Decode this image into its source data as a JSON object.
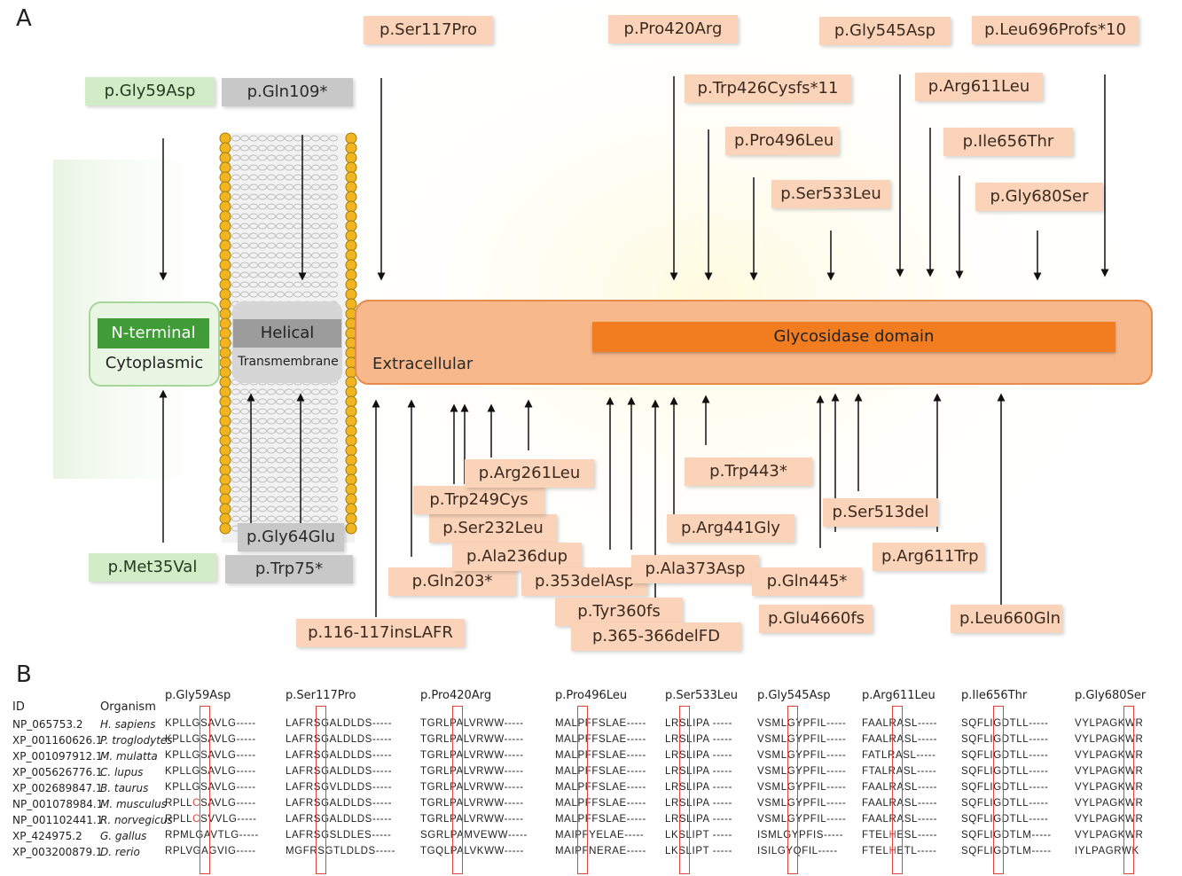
{
  "panels": {
    "a": "A",
    "b": "B"
  },
  "domains": {
    "n_terminal": "N-terminal",
    "cytoplasmic": "Cytoplasmic",
    "helical": "Helical",
    "transmembrane": "Transmembrane",
    "extracellular": "Extracellular",
    "glycosidase": "Glycosidase domain"
  },
  "mutations_top": [
    {
      "label": "p.Gly59Asp",
      "color": "green"
    },
    {
      "label": "p.Gln109*",
      "color": "grey"
    },
    {
      "label": "p.Ser117Pro",
      "color": "pink"
    },
    {
      "label": "p.Pro420Arg",
      "color": "pink"
    },
    {
      "label": "p.Trp426Cysfs*11",
      "color": "pink"
    },
    {
      "label": "p.Pro496Leu",
      "color": "pink"
    },
    {
      "label": "p.Ser533Leu",
      "color": "pink"
    },
    {
      "label": "p.Gly545Asp",
      "color": "pink"
    },
    {
      "label": "p.Arg611Leu",
      "color": "pink"
    },
    {
      "label": "p.Ile656Thr",
      "color": "pink"
    },
    {
      "label": "p.Gly680Ser",
      "color": "pink"
    },
    {
      "label": "p.Leu696Profs*10",
      "color": "pink"
    }
  ],
  "mutations_bottom": [
    {
      "label": "p.Met35Val",
      "color": "green"
    },
    {
      "label": "p.Gly64Glu",
      "color": "grey"
    },
    {
      "label": "p.Trp75*",
      "color": "grey"
    },
    {
      "label": "p.116-117insLAFR",
      "color": "pink"
    },
    {
      "label": "p.Gln203*",
      "color": "pink"
    },
    {
      "label": "p.Ser232Leu",
      "color": "pink"
    },
    {
      "label": "p.Ala236dup",
      "color": "pink"
    },
    {
      "label": "p.Trp249Cys",
      "color": "pink"
    },
    {
      "label": "p.Arg261Leu",
      "color": "pink"
    },
    {
      "label": "p.353delAsp",
      "color": "pink"
    },
    {
      "label": "p.Tyr360fs",
      "color": "pink"
    },
    {
      "label": "p.365-366delFD",
      "color": "pink"
    },
    {
      "label": "p.Ala373Asp",
      "color": "pink"
    },
    {
      "label": "p.Arg441Gly",
      "color": "pink"
    },
    {
      "label": "p.Trp443*",
      "color": "pink"
    },
    {
      "label": "p.Gln445*",
      "color": "pink"
    },
    {
      "label": "p.Glu4660fs",
      "color": "pink"
    },
    {
      "label": "p.Ser513del",
      "color": "pink"
    },
    {
      "label": "p.Arg611Trp",
      "color": "pink"
    },
    {
      "label": "p.Leu660Gln",
      "color": "pink"
    }
  ],
  "colors": {
    "pink": "#fbd3b8",
    "green": "#d2ecc8",
    "grey": "#c8c8c8",
    "extracellular": "#f7b98b",
    "glycosidase": "#f27d21",
    "nterm": "#3f9c37",
    "highlight": "#e0443a"
  },
  "alignment": {
    "col_id": "ID",
    "col_organism": "Organism",
    "sites": [
      "p.Gly59Asp",
      "p.Ser117Pro",
      "p.Pro420Arg",
      "p.Pro496Leu",
      "p.Ser533Leu",
      "p.Gly545Asp",
      "p.Arg611Leu",
      "p.Ile656Thr",
      "p.Gly680Ser"
    ],
    "rows": [
      {
        "id": "NP_065753.2",
        "organism": "H. sapiens",
        "segs": [
          "KPLLGSAVLG-----",
          "LAFRSGALDLDS-----",
          "TGRLPALVRWW-----",
          "MALPFFSLAE-----",
          "LRSLIPA -----",
          "VSMLGYPFIL-----",
          "FAALRASL-----",
          "SQFLIGDTLL-----",
          "VYLPAGKWR"
        ]
      },
      {
        "id": "XP_001160626.1",
        "organism": "P. troglodytes",
        "segs": [
          "KPLLGSAVLG-----",
          "LAFRSGALDLDS-----",
          "TGRLPALVRWW-----",
          "MALPFFSLAE-----",
          "LRSLIPA -----",
          "VSMLGYPFIL-----",
          "FAALRASL-----",
          "SQFLIGDTLL-----",
          "VYLPAGKWR"
        ]
      },
      {
        "id": "XP_001097912.1",
        "organism": "M. mulatta",
        "segs": [
          "KPLLGSAVLG-----",
          "LAFRSGALDLDS-----",
          "TGRLPALVRWW-----",
          "MALPFFSLAE-----",
          "LRSLIPA -----",
          "VSMLGYPFIL-----",
          "FATLRASL-----",
          "SQFLIGDTLL-----",
          "VYLPAGKWR"
        ]
      },
      {
        "id": "XP_005626776.1",
        "organism": "C. lupus",
        "segs": [
          "KPLLGSAVLG-----",
          "LAFRSGALDLDS-----",
          "TGRLPALVRWW-----",
          "MALPFFSLAE-----",
          "LRSLIPA -----",
          "VSMLGYPFIL-----",
          "FTALRASL-----",
          "SQFLIGDTLL-----",
          "VYLPAGKWR"
        ]
      },
      {
        "id": "XP_002689847.1",
        "organism": "B. taurus",
        "segs": [
          "KPLLGSAVLG-----",
          "LAFRSGVLDLDS-----",
          "TGRLPALVRWW-----",
          "MALPFFSLAE-----",
          "LRSLIPA -----",
          "VSMLGYPFIL-----",
          "FAALRASL-----",
          "SQFLIGDTLL-----",
          "VYLPAGKWR"
        ]
      },
      {
        "id": "NP_001078984.1",
        "organism": "M. musculus",
        "segs": [
          "RPLLCSAVLG-----",
          "LAFRSGALDLDS-----",
          "TGRLPALVRWW-----",
          "MALPFFSLAE-----",
          "LRSLIPA -----",
          "VSMLGYPFIL-----",
          "FAALRASL-----",
          "SQFLIGDTLL-----",
          "VYLPAGKWR"
        ]
      },
      {
        "id": "NP_001102441.1",
        "organism": "R. norvegicus",
        "segs": [
          "RPLLCSVVLG-----",
          "LAFRSGALDLDS-----",
          "TGRLPALVRWW-----",
          "MALPFFSLAE-----",
          "LRSLIPA -----",
          "VSMLGYPFIL-----",
          "FAALRASL-----",
          "SQFLIGDTLL-----",
          "VYLPAGKWR"
        ]
      },
      {
        "id": "XP_424975.2",
        "organism": "G. gallus",
        "segs": [
          "RPMLGAVTLG-----",
          "LAFRSGSLDLES-----",
          "SGRLPAMVEWW-----",
          "MAIPFYELAE-----",
          "LKSLIPT -----",
          "ISMLGYPFIS-----",
          "FTELHESL-----",
          "SQFLIGDTLM-----",
          "VYLPAGKWR"
        ]
      },
      {
        "id": "XP_003200879.1",
        "organism": "D. rerio",
        "segs": [
          "RPLVGAGVIG-----",
          "MGFRSGTLDLDS-----",
          "TGQLPALVKWW-----",
          "MAIPFNERAE-----",
          "LKSLIPT -----",
          "ISILGYQFIL-----",
          "FTELHETL-----",
          "SQFLIGDTLM-----",
          "IYLPAGRWK"
        ]
      }
    ]
  }
}
